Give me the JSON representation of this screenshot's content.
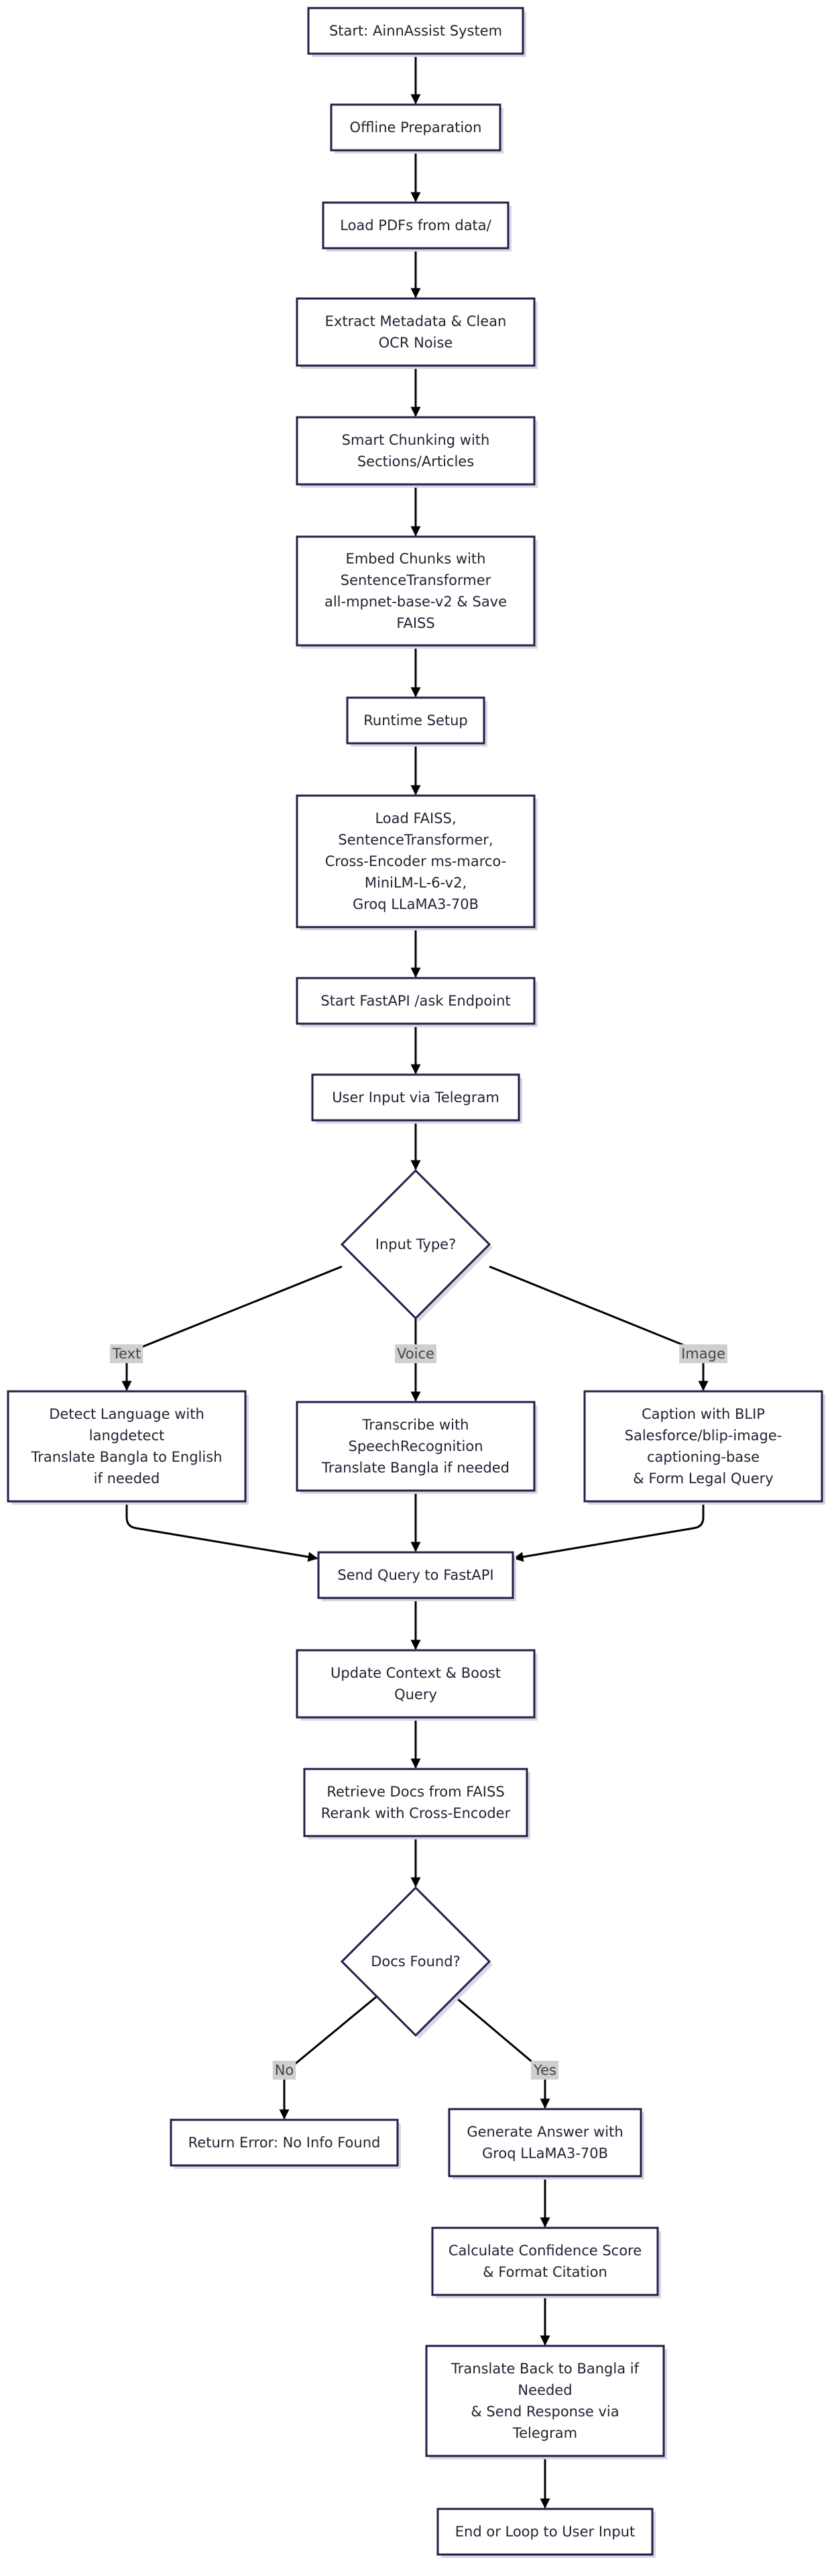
{
  "nodes": {
    "start": {
      "lines": [
        "Start: AinnAssist System"
      ]
    },
    "offline": {
      "lines": [
        "Offline Preparation"
      ]
    },
    "load_pdfs": {
      "lines": [
        "Load PDFs from data/"
      ]
    },
    "extract": {
      "lines": [
        "Extract Metadata & Clean",
        "OCR Noise"
      ]
    },
    "chunking": {
      "lines": [
        "Smart Chunking with",
        "Sections/Articles"
      ]
    },
    "embed": {
      "lines": [
        "Embed Chunks with",
        "SentenceTransformer",
        "all-mpnet-base-v2 & Save",
        "FAISS"
      ]
    },
    "runtime": {
      "lines": [
        "Runtime Setup"
      ]
    },
    "load_models": {
      "lines": [
        "Load FAISS,",
        "SentenceTransformer,",
        "Cross-Encoder ms-marco-",
        "MiniLM-L-6-v2,",
        "Groq LLaMA3-70B"
      ]
    },
    "fastapi": {
      "lines": [
        "Start FastAPI /ask Endpoint"
      ]
    },
    "user_input": {
      "lines": [
        "User Input via Telegram"
      ]
    },
    "input_type": {
      "lines": [
        "Input Type?"
      ]
    },
    "detect_lang": {
      "lines": [
        "Detect Language with",
        "langdetect",
        "Translate Bangla to English",
        "if needed"
      ]
    },
    "transcribe": {
      "lines": [
        "Transcribe with",
        "SpeechRecognition",
        "Translate Bangla if needed"
      ]
    },
    "caption": {
      "lines": [
        "Caption with BLIP",
        "Salesforce/blip-image-",
        "captioning-base",
        "& Form Legal Query"
      ]
    },
    "send_query": {
      "lines": [
        "Send Query to FastAPI"
      ]
    },
    "update_ctx": {
      "lines": [
        "Update Context & Boost",
        "Query"
      ]
    },
    "retrieve": {
      "lines": [
        "Retrieve Docs from FAISS",
        "Rerank with Cross-Encoder"
      ]
    },
    "docs_found": {
      "lines": [
        "Docs Found?"
      ]
    },
    "error": {
      "lines": [
        "Return Error: No Info Found"
      ]
    },
    "generate": {
      "lines": [
        "Generate Answer with",
        "Groq LLaMA3-70B"
      ]
    },
    "confidence": {
      "lines": [
        "Calculate Confidence Score",
        "& Format Citation"
      ]
    },
    "translate_back": {
      "lines": [
        "Translate Back to Bangla if",
        "Needed",
        "& Send Response via",
        "Telegram"
      ]
    },
    "end": {
      "lines": [
        "End or Loop to User Input"
      ]
    }
  },
  "edge_labels": {
    "text": "Text",
    "voice": "Voice",
    "image": "Image",
    "no": "No",
    "yes": "Yes"
  }
}
